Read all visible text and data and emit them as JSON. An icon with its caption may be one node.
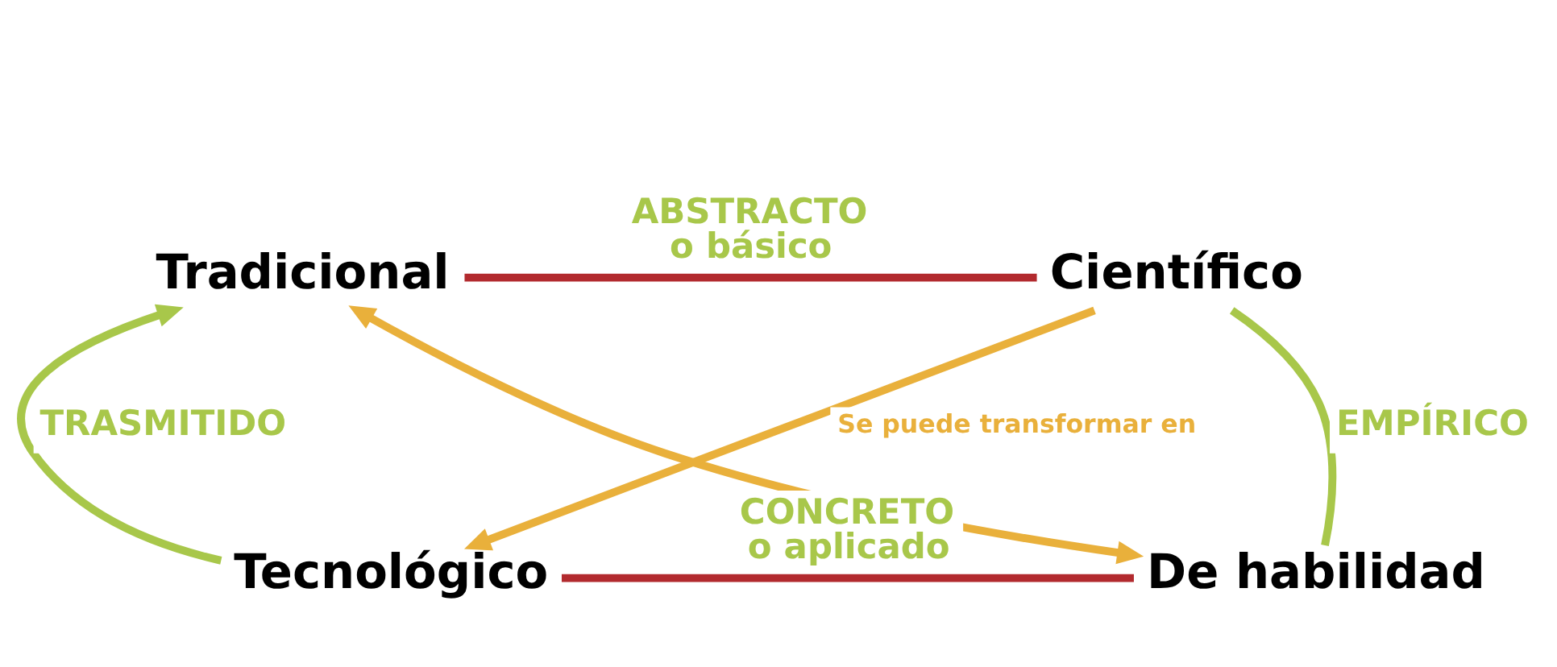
{
  "diagram": {
    "nodes": [
      {
        "text": [
          "Tradicional"
        ]
      },
      {
        "text": [
          "Científico"
        ]
      },
      {
        "text": [
          "Tecnológico"
        ]
      },
      {
        "text": [
          "De habilidad"
        ]
      }
    ],
    "edges": [
      {
        "from": 0,
        "to": 1,
        "arrow": "none",
        "label": "ABSTRACTO o básico",
        "color": "#b22a2e"
      },
      {
        "from": 2,
        "to": 0,
        "arrow": "to",
        "label": "TRASMITIDO",
        "color": "#a8c74a"
      },
      {
        "from": 1,
        "to": 3,
        "arrow": "none",
        "label": "EMPÍRICO",
        "color": "#a8c74a"
      },
      {
        "from": 2,
        "to": 3,
        "arrow": "none",
        "label": "CONCRETO o aplicado",
        "color": "#b22a2e"
      },
      {
        "from": 0,
        "to": 3,
        "arrow": "both",
        "color": "#e9b03b"
      },
      {
        "from": 1,
        "to": 2,
        "arrow": "to",
        "label": "Se puede transformar en",
        "color": "#e9b03b"
      }
    ]
  }
}
